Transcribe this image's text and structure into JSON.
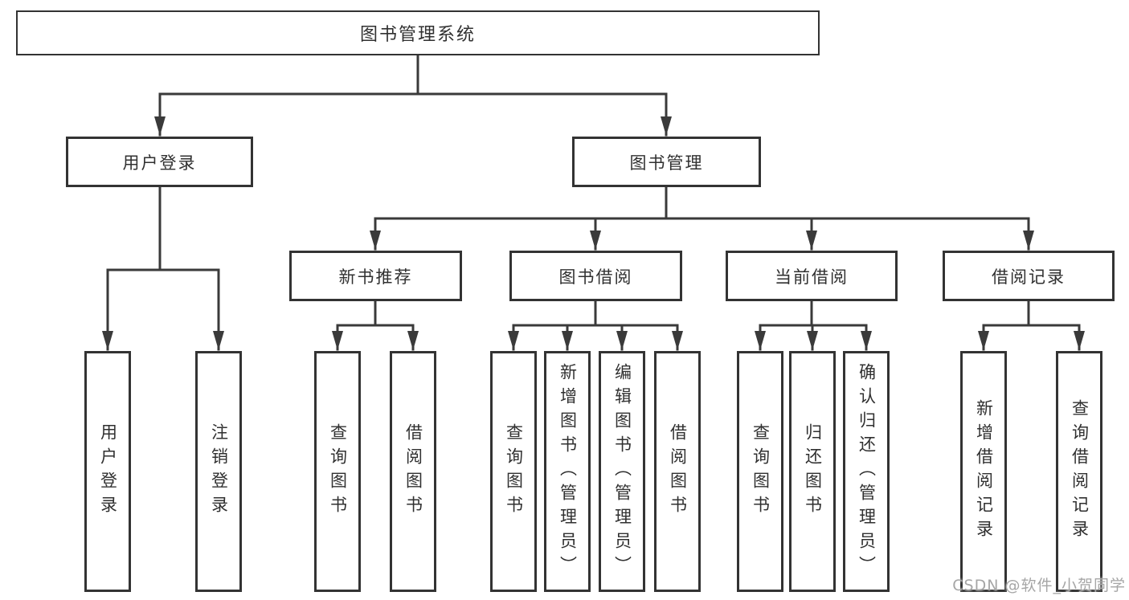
{
  "colors": {
    "line": "#3a3a3a",
    "box_border": "#333333",
    "box_fill": "#ffffff",
    "text": "#303030",
    "watermark": "#a6a6a6"
  },
  "watermark": {
    "text": "CSDN @软件_小贺同学"
  },
  "tree": {
    "root": "图书管理系统",
    "branches": [
      {
        "label": "用户登录",
        "leaves": [
          "用户登录",
          "注销登录"
        ]
      },
      {
        "label": "图书管理",
        "groups": [
          {
            "label": "新书推荐",
            "leaves": [
              "查询图书",
              "借阅图书"
            ]
          },
          {
            "label": "图书借阅",
            "leaves": [
              "查询图书",
              "新增图书（管理员）",
              "编辑图书（管理员）",
              "借阅图书"
            ]
          },
          {
            "label": "当前借阅",
            "leaves": [
              "查询图书",
              "归还图书",
              "确认归还（管理员）"
            ]
          },
          {
            "label": "借阅记录",
            "leaves": [
              "新增借阅记录",
              "查询借阅记录"
            ]
          }
        ]
      }
    ]
  }
}
